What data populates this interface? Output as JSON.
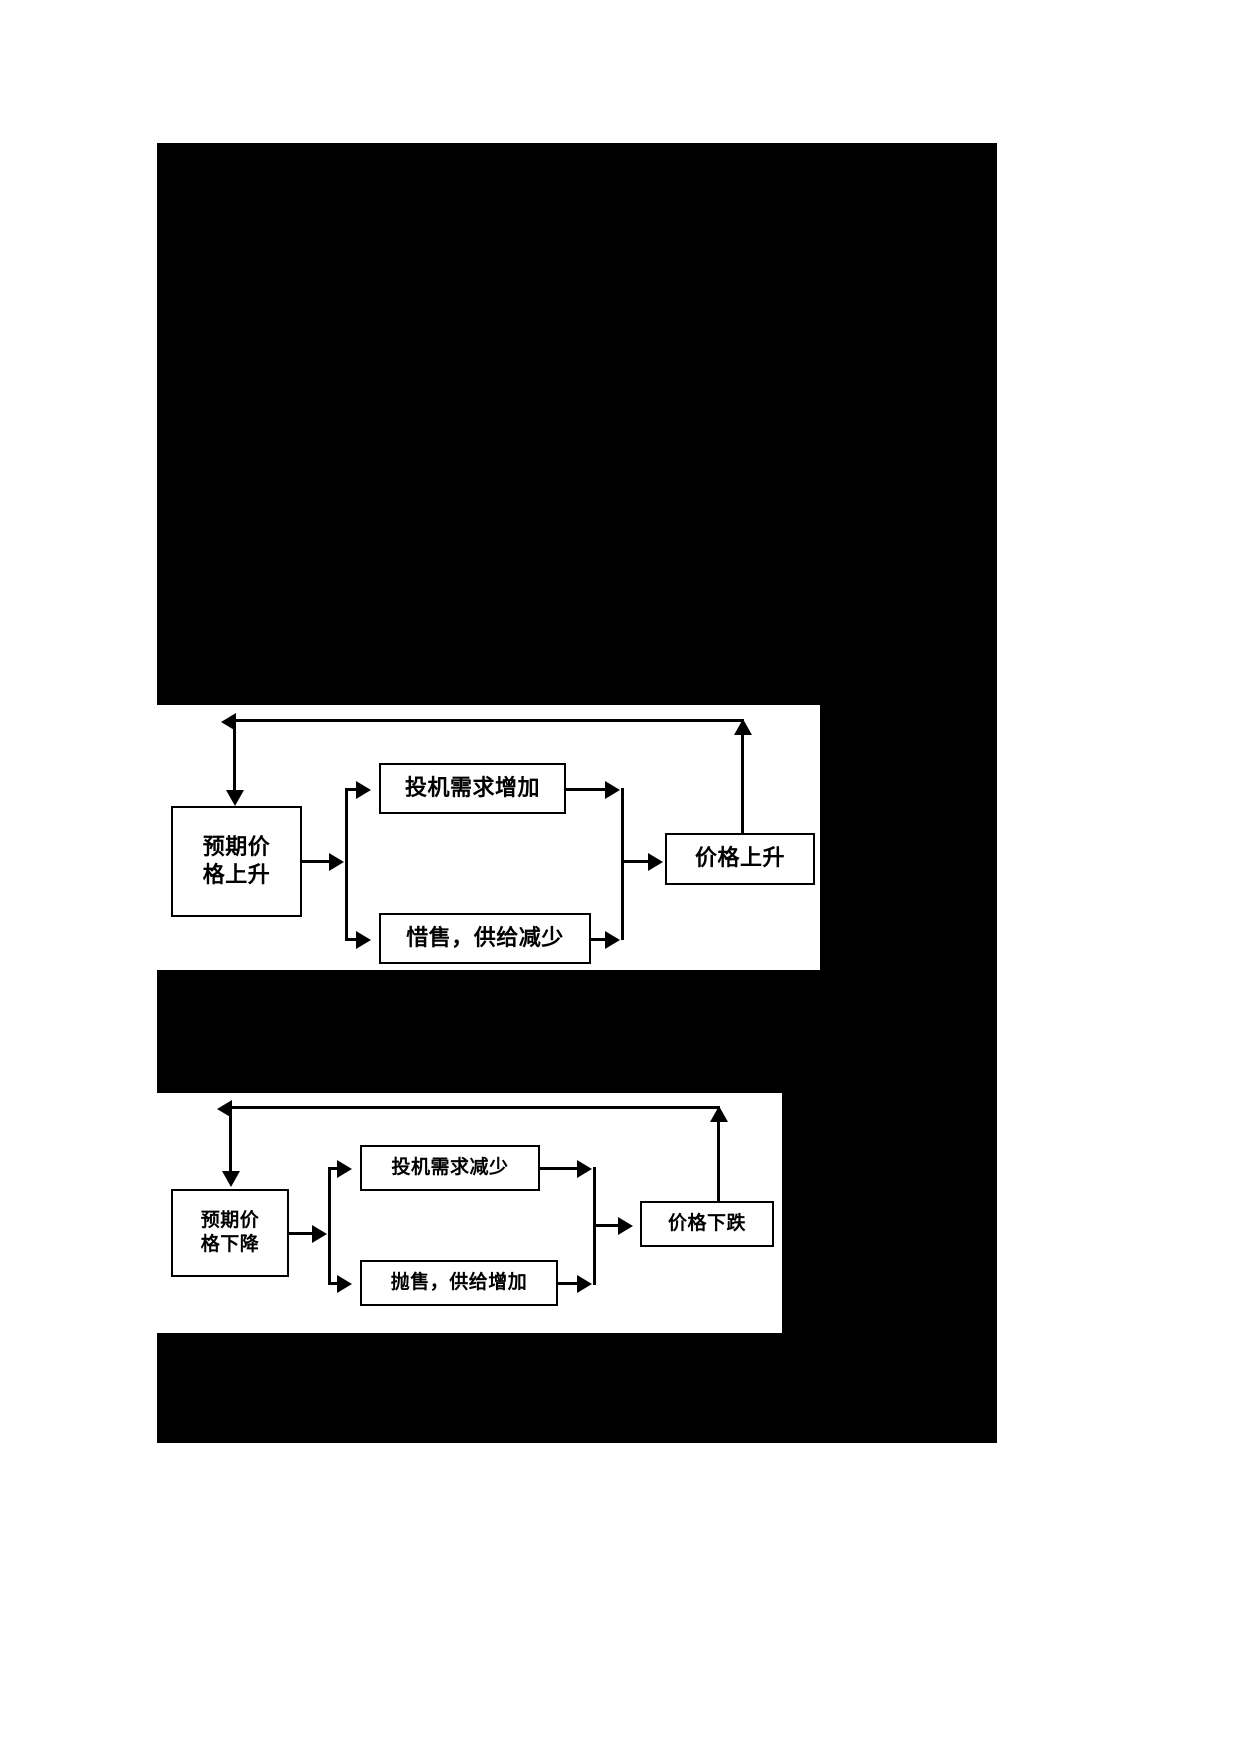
{
  "page": {
    "background": "#ffffff",
    "plate_color": "#000000",
    "panel_color": "#ffffff"
  },
  "diagrams": [
    {
      "id": "diagram-expected-price-rise",
      "source": {
        "label": "预期价\n格上升"
      },
      "branch_top": {
        "label": "投机需求增加"
      },
      "branch_bottom": {
        "label": "惜售，供给减少"
      },
      "result": {
        "label": "价格上升"
      },
      "feedback": {
        "label": ""
      }
    },
    {
      "id": "diagram-expected-price-fall",
      "source": {
        "label": "预期价\n格下降"
      },
      "branch_top": {
        "label": "投机需求减少"
      },
      "branch_bottom": {
        "label": "抛售，供给增加"
      },
      "result": {
        "label": "价格下跌"
      },
      "feedback": {
        "label": ""
      }
    }
  ]
}
